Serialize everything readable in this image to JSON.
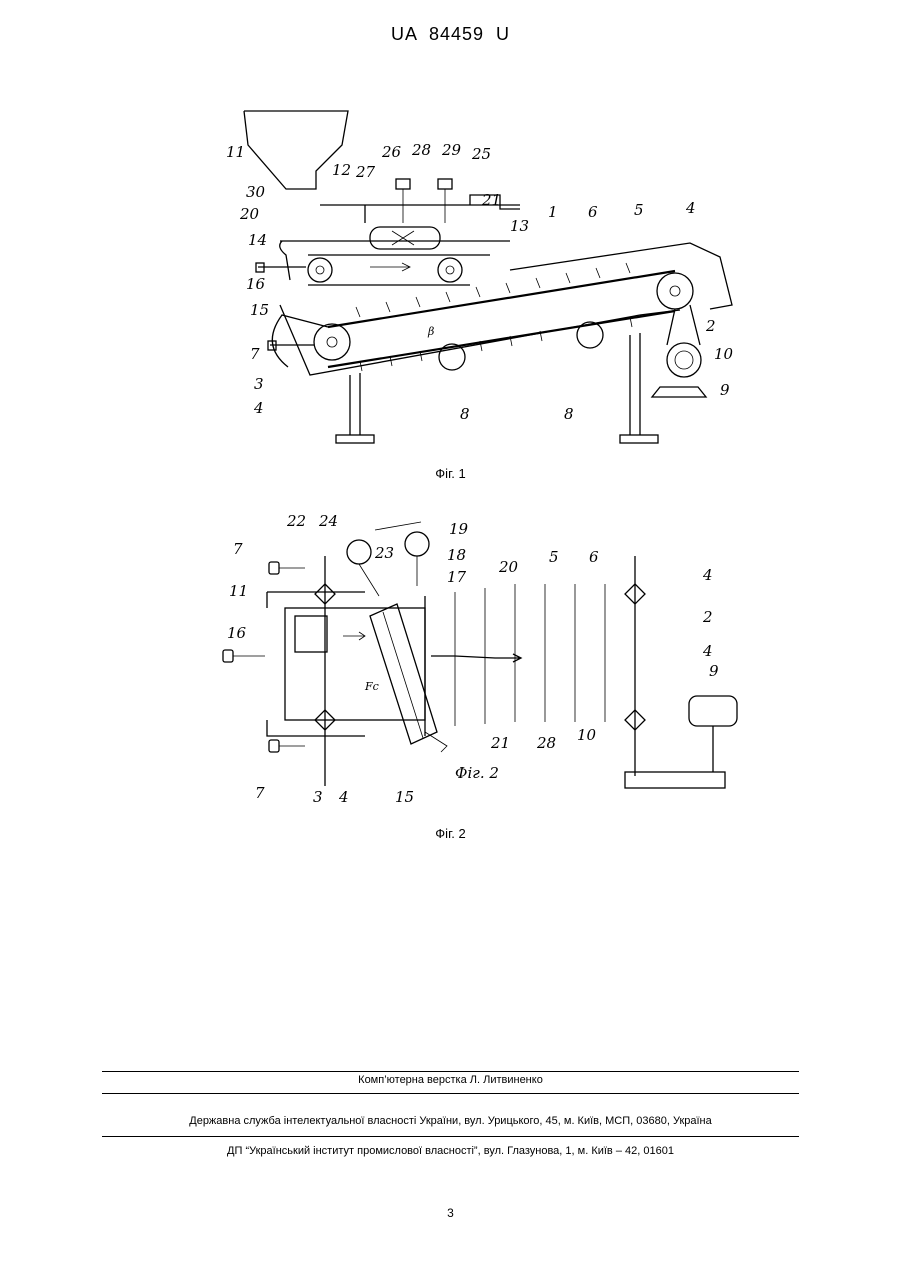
{
  "header": {
    "patent_number": "UA   84459   U"
  },
  "figures": [
    {
      "caption": "Фіг. 1",
      "labels": [
        "11",
        "12",
        "27",
        "26",
        "28",
        "29",
        "25",
        "21",
        "30",
        "20",
        "14",
        "16",
        "15",
        "13",
        "1",
        "6",
        "5",
        "4",
        "7",
        "3",
        "4",
        "β",
        "8",
        "8",
        "2",
        "10",
        "9"
      ]
    },
    {
      "caption": "Фіг. 2",
      "inline_caption": "Фіг. 2",
      "labels": [
        "22",
        "24",
        "23",
        "19",
        "18",
        "17",
        "20",
        "5",
        "6",
        "4",
        "7",
        "11",
        "16",
        "Fc",
        "2",
        "4",
        "9",
        "21",
        "28",
        "10",
        "7",
        "3",
        "4",
        "15"
      ]
    }
  ],
  "footer": {
    "layout": "Комп’ютерна верстка Л. Литвиненко",
    "office": "Державна служба інтелектуальної власності України, вул. Урицького, 45, м. Київ, МСП, 03680, Україна",
    "institute": "ДП “Український інститут промислової власності”, вул. Глазунова, 1, м. Київ – 42, 01601"
  },
  "page_number": "3"
}
